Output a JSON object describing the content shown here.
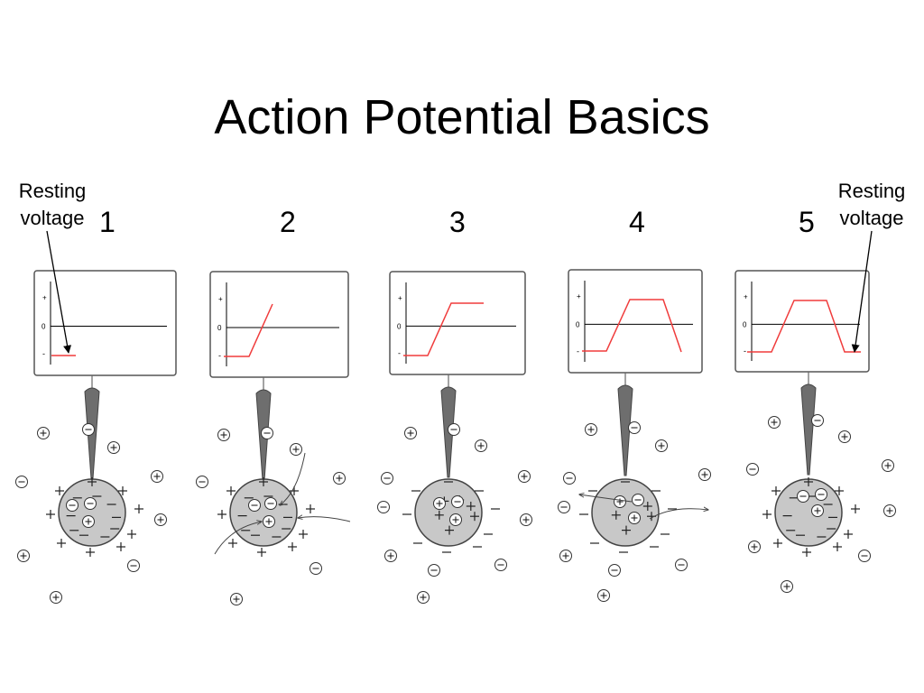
{
  "title": "Action Potential Basics",
  "callouts": {
    "left": {
      "line1": "Resting",
      "line2": "voltage"
    },
    "right": {
      "line1": "Resting",
      "line2": "voltage"
    }
  },
  "axis_labels": {
    "plus": "+",
    "zero": "0",
    "minus": "-"
  },
  "colors": {
    "trace": "#f03c3c",
    "cell": "#c8c8c8",
    "electrode": "#6e6e6e",
    "outline": "#555555"
  },
  "stages": [
    {
      "number": "1"
    },
    {
      "number": "2"
    },
    {
      "number": "3"
    },
    {
      "number": "4"
    },
    {
      "number": "5"
    }
  ]
}
